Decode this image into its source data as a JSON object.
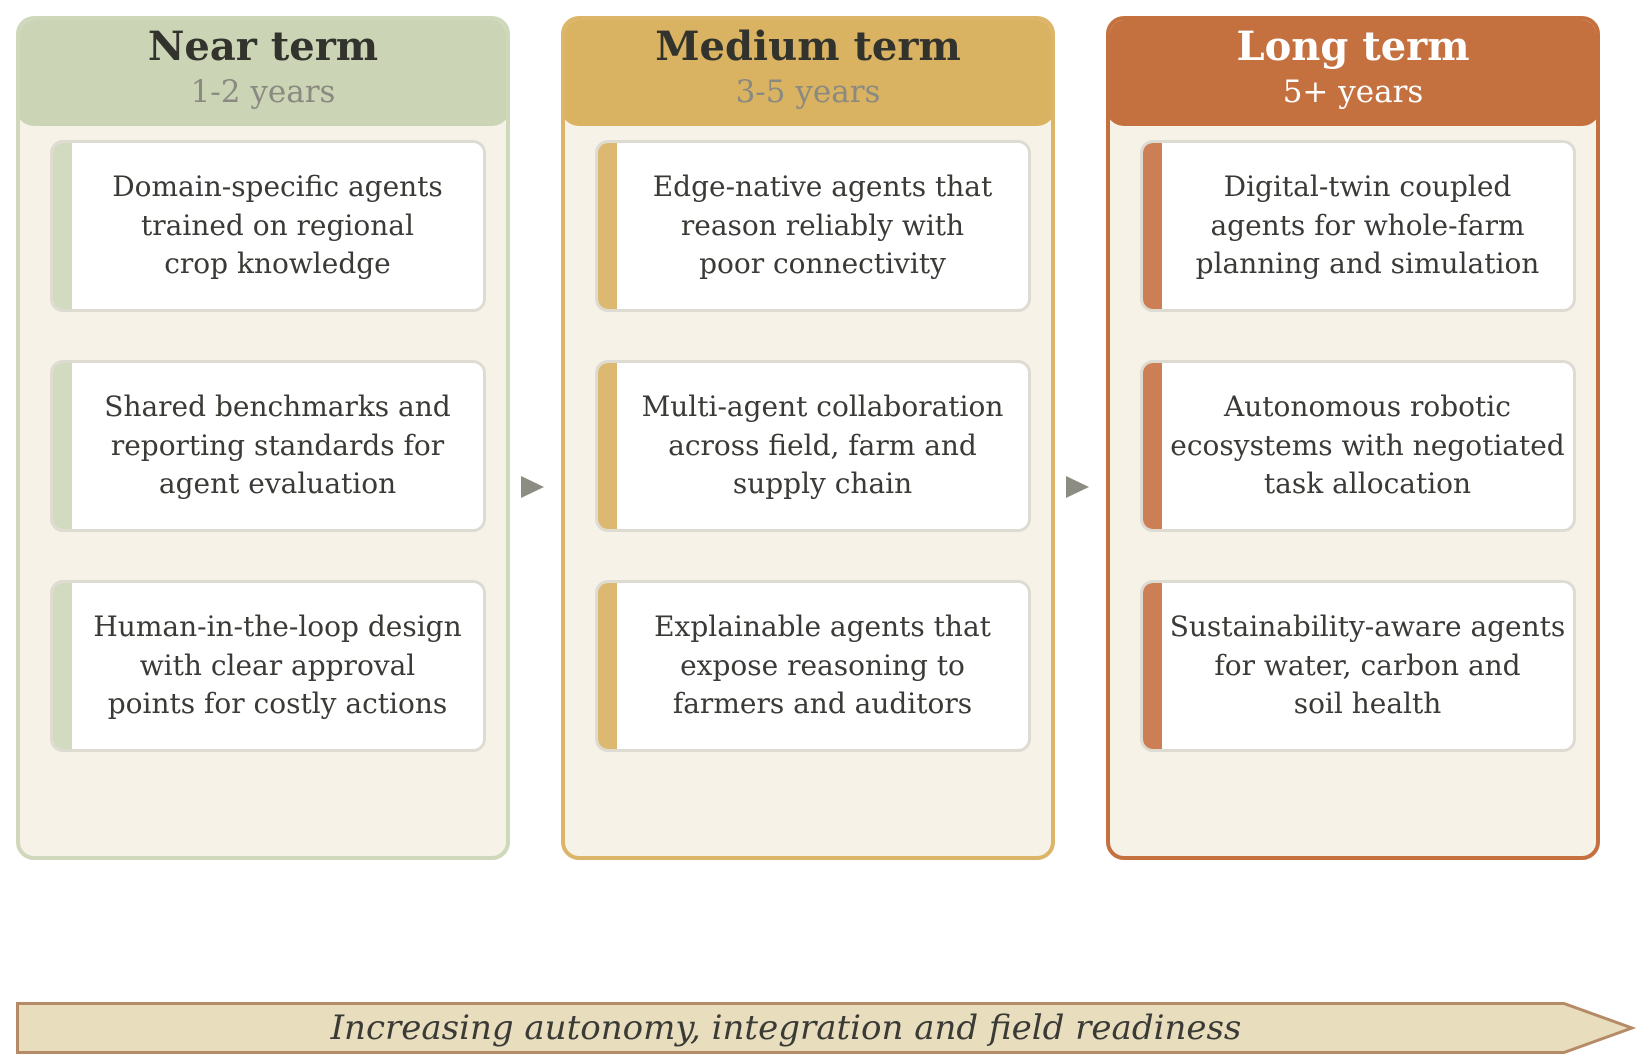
{
  "columns": [
    {
      "title": "Near term",
      "subtitle": "1-2 years",
      "cards": [
        "Domain-specific agents\ntrained on regional\ncrop knowledge",
        "Shared benchmarks and\nreporting standards for\nagent evaluation",
        "Human-in-the-loop design\nwith clear approval\npoints for costly actions"
      ]
    },
    {
      "title": "Medium term",
      "subtitle": "3-5 years",
      "cards": [
        "Edge-native agents that\nreason reliably with\npoor connectivity",
        "Multi-agent collaboration\nacross field, farm and\nsupply chain",
        "Explainable agents that\nexpose reasoning to\nfarmers and auditors"
      ]
    },
    {
      "title": "Long term",
      "subtitle": "5+ years",
      "cards": [
        "Digital-twin coupled\nagents for whole-farm\nplanning and simulation",
        "Autonomous robotic\necosystems with negotiated\ntask allocation",
        "Sustainability-aware agents\nfor water, carbon and\nsoil health"
      ]
    }
  ],
  "banner": {
    "text": "Increasing autonomy, integration and field readiness"
  },
  "colors": {
    "near": "#ccd4b6",
    "medium": "#d9b262",
    "long": "#c4703f",
    "panel_bg": "#f6f2e8",
    "banner_fill": "#e8ddbd",
    "banner_stroke": "#b58a66"
  }
}
